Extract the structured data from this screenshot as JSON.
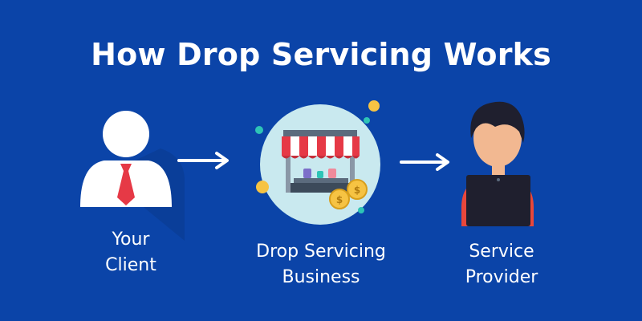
{
  "title": "How Drop Servicing Works",
  "nodes": [
    {
      "label_line1": "Your",
      "label_line2": "Client",
      "icon": "client-person-icon"
    },
    {
      "label_line1": "Drop Servicing",
      "label_line2": "Business",
      "icon": "storefront-icon"
    },
    {
      "label_line1": "Service",
      "label_line2": "Provider",
      "icon": "provider-person-icon"
    }
  ],
  "colors": {
    "background": "#0b44a8",
    "text": "#ffffff",
    "awning_red": "#e63946",
    "circle_fill": "#c9e9ef",
    "coin": "#f6c343",
    "provider_shirt": "#e8473b",
    "tie": "#e63946"
  }
}
